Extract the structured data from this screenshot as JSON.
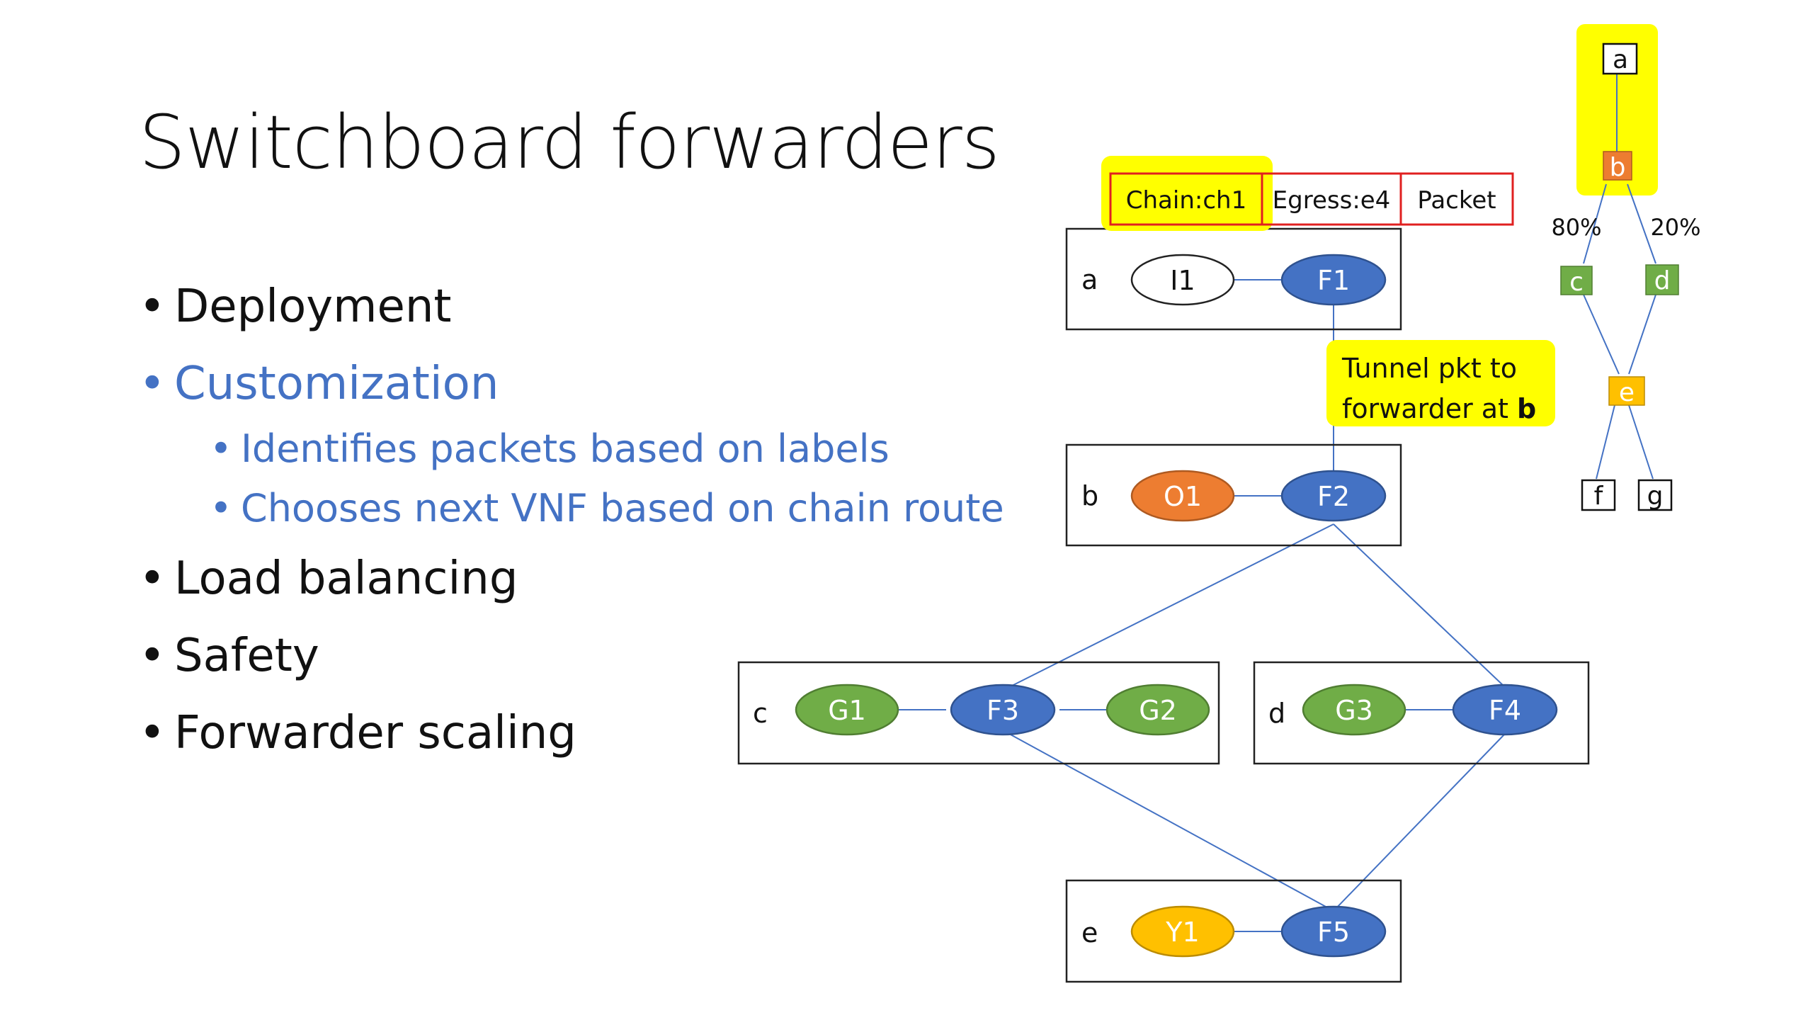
{
  "slide": {
    "title": "Switchboard forwarders",
    "bullets": [
      {
        "text": "Deployment",
        "color": "#111111"
      },
      {
        "text": "Customization",
        "color": "#4472C4",
        "sub": [
          "Identifies packets based on labels",
          "Chooses next VNF based on chain route"
        ]
      },
      {
        "text": "Load balancing",
        "color": "#111111"
      },
      {
        "text": "Safety",
        "color": "#111111"
      },
      {
        "text": "Forwarder scaling",
        "color": "#111111"
      }
    ]
  },
  "packet_header": {
    "fields": [
      "Chain:ch1",
      "Egress:e4",
      "Packet"
    ]
  },
  "callout": {
    "line1": "Tunnel pkt to",
    "line2_prefix": "forwarder at ",
    "line2_bold": "b"
  },
  "sites": [
    {
      "label": "a",
      "vnf": "I1",
      "forwarder": "F1"
    },
    {
      "label": "b",
      "vnf": "O1",
      "forwarder": "F2"
    },
    {
      "label": "c",
      "vnf_left": "G1",
      "forwarder": "F3",
      "vnf_right": "G2"
    },
    {
      "label": "d",
      "vnf": "G3",
      "forwarder": "F4"
    },
    {
      "label": "e",
      "vnf": "Y1",
      "forwarder": "F5"
    }
  ],
  "chain_graph": {
    "nodes": [
      "a",
      "b",
      "c",
      "d",
      "e",
      "f",
      "g"
    ],
    "split_left": "80%",
    "split_right": "20%"
  },
  "colors": {
    "blue": "#4472C4",
    "green": "#70AD47",
    "orange": "#ED7D31",
    "gold": "#FFC000",
    "highlight": "#FFFF00",
    "red": "#E02020"
  }
}
